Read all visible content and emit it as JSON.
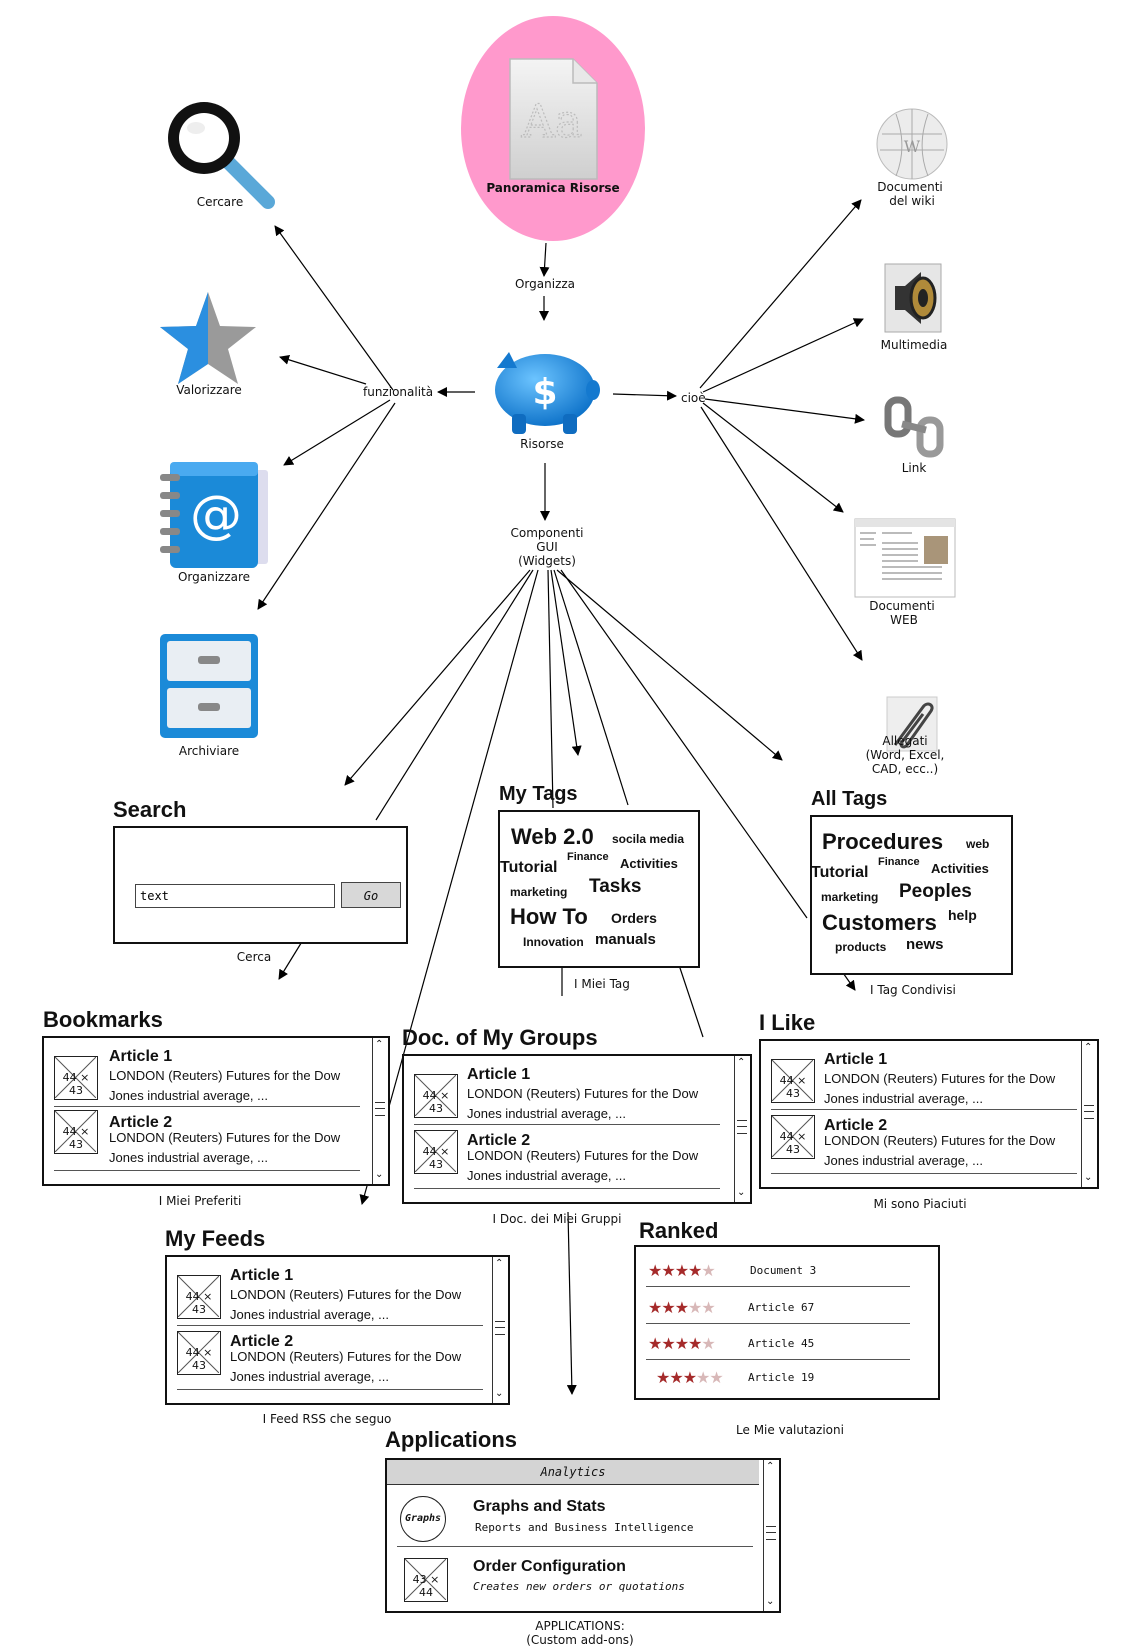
{
  "center": {
    "title": "Panoramica Risorse",
    "organizza": "Organizza",
    "hub_label": "Risorse",
    "funzionalita": "funzionalità",
    "cioe": "cioè",
    "componenti": [
      "Componenti",
      "GUI",
      "(Widgets)"
    ]
  },
  "left_icons": {
    "cercare": "Cercare",
    "valorizzare": "Valorizzare",
    "organizzare": "Organizzare",
    "archiviare": "Archiviare"
  },
  "right_icons": {
    "wiki": [
      "Documenti",
      "del wiki"
    ],
    "multimedia": "Multimedia",
    "link": "Link",
    "web": [
      "Documenti",
      "WEB"
    ],
    "allegati": [
      "Allegati",
      "(Word, Excel,",
      "CAD, ecc..)"
    ]
  },
  "search": {
    "heading": "Search",
    "input_value": "text",
    "go_label": "Go",
    "caption": "Cerca"
  },
  "my_tags": {
    "heading": "My Tags",
    "caption": "I Miei Tag",
    "tags": [
      "Web 2.0",
      "socila media",
      "Finance",
      "Tutorial",
      "Activities",
      "marketing",
      "Tasks",
      "How To",
      "Orders",
      "Innovation",
      "manuals"
    ]
  },
  "all_tags": {
    "heading": "All Tags",
    "caption": "I Tag Condivisi",
    "tags": [
      "Procedures",
      "web",
      "Finance",
      "Tutorial",
      "Activities",
      "marketing",
      "Peoples",
      "Customers",
      "help",
      "products",
      "news"
    ]
  },
  "article": {
    "thumb": "44 × 43",
    "thumb_alt": "43 × 44",
    "a1_title": "Article 1",
    "a2_title": "Article 2",
    "line1": "LONDON (Reuters) Futures for the Dow",
    "line2": "Jones industrial average, ..."
  },
  "bookmarks": {
    "heading": "Bookmarks",
    "caption": "I Miei Preferiti"
  },
  "groups": {
    "heading": "Doc. of My Groups",
    "caption": "I Doc. dei Miei Gruppi"
  },
  "ilike": {
    "heading": "I Like",
    "caption": "Mi sono Piaciuti"
  },
  "feeds": {
    "heading": "My Feeds",
    "caption": "I Feed RSS che seguo"
  },
  "ranked": {
    "heading": "Ranked",
    "caption": "Le Mie valutazioni",
    "items": [
      {
        "label": "Document 3",
        "stars": 4
      },
      {
        "label": "Article 67",
        "stars": 3
      },
      {
        "label": "Article 45",
        "stars": 4
      },
      {
        "label": "Article 19",
        "stars": 3
      }
    ]
  },
  "applications": {
    "heading": "Applications",
    "bar_title": "Analytics",
    "app1_icon": "Graphs",
    "app1_title": "Graphs and Stats",
    "app1_desc": "Reports and Business Intelligence",
    "app2_title": "Order Configuration",
    "app2_desc": "Creates new orders or quotations",
    "caption": [
      "APPLICATIONS:",
      "(Custom add-ons)"
    ]
  },
  "colors": {
    "pink": "#ff99cc",
    "blue": "#1e88d8",
    "star": "#a52a2a"
  }
}
